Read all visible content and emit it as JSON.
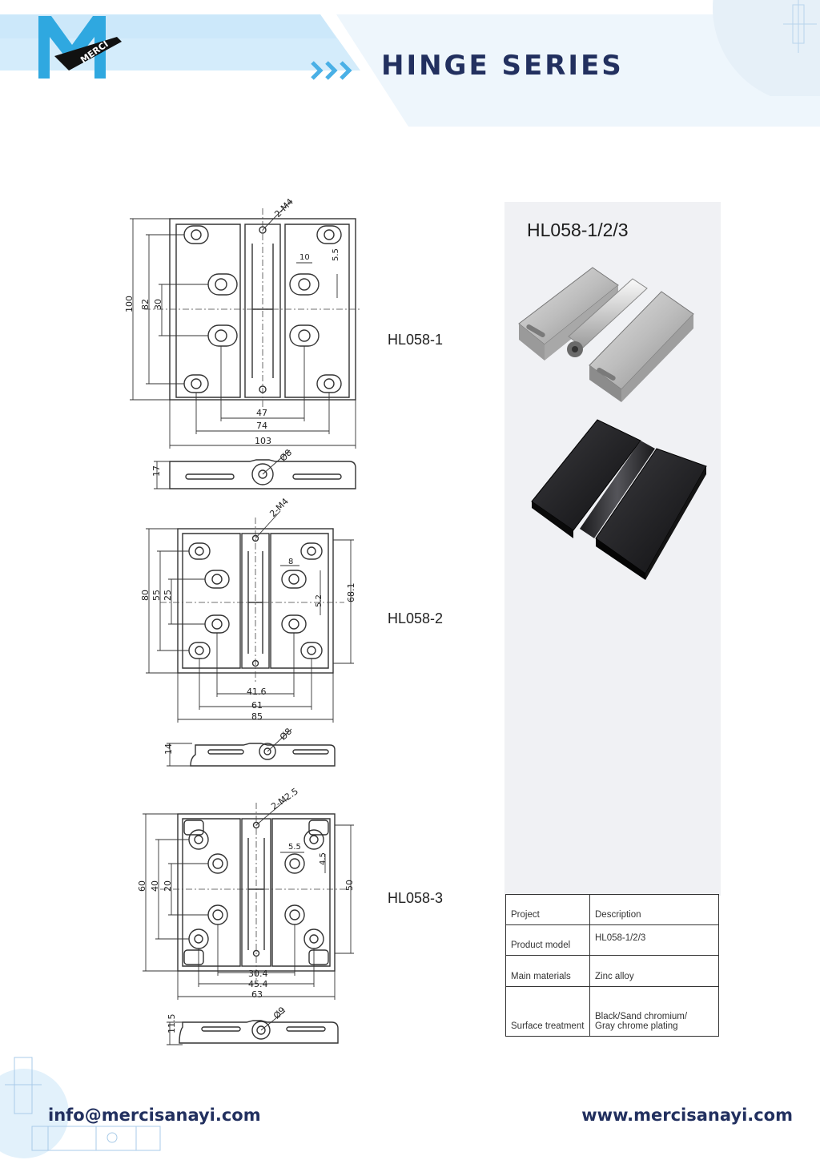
{
  "header": {
    "logo_text": "MERCI",
    "title": "HINGE SERIES"
  },
  "drawings": [
    {
      "label": "HL058-1",
      "thread": "2-M4",
      "dims_v": [
        "100",
        "82",
        "30"
      ],
      "dims_h": [
        "47",
        "74",
        "103"
      ],
      "dims_detail": [
        "10",
        "5.5"
      ],
      "side_height": "17",
      "side_dia": "Ø8"
    },
    {
      "label": "HL058-2",
      "thread": "2-M4",
      "dims_v": [
        "80",
        "55",
        "25"
      ],
      "dims_h": [
        "41.6",
        "61",
        "85"
      ],
      "dims_detail": [
        "8",
        "5.2"
      ],
      "right_dim": "68.1",
      "side_height": "14",
      "side_dia": "Ø8"
    },
    {
      "label": "HL058-3",
      "thread": "2-M2.5",
      "dims_v": [
        "60",
        "40",
        "20"
      ],
      "dims_h": [
        "30.4",
        "45.4",
        "63"
      ],
      "dims_detail": [
        "5.5",
        "4.5"
      ],
      "right_dim": "50",
      "side_height": "11.5",
      "side_dia": "Ø9"
    }
  ],
  "product": {
    "code": "HL058-1/2/3",
    "images": [
      "silver-hinge-photo",
      "black-hinge-photo"
    ]
  },
  "spec_table": {
    "header": {
      "key": "Project",
      "value": "Description"
    },
    "rows": [
      {
        "key": "Product model",
        "value": "HL058-1/2/3"
      },
      {
        "key": "Main materials",
        "value": "Zinc alloy"
      },
      {
        "key": "Surface treatment",
        "value": "Black/Sand chromium/",
        "value2": "Gray chrome plating"
      }
    ]
  },
  "footer": {
    "email": "info@mercisanayi.com",
    "website": "www.mercisanayi.com"
  },
  "colors": {
    "navy": "#22305f",
    "band_light": "#dbeefa",
    "band_pale": "#eef6fc",
    "chevron": "#49b0e6",
    "panel": "#f0f1f4"
  }
}
